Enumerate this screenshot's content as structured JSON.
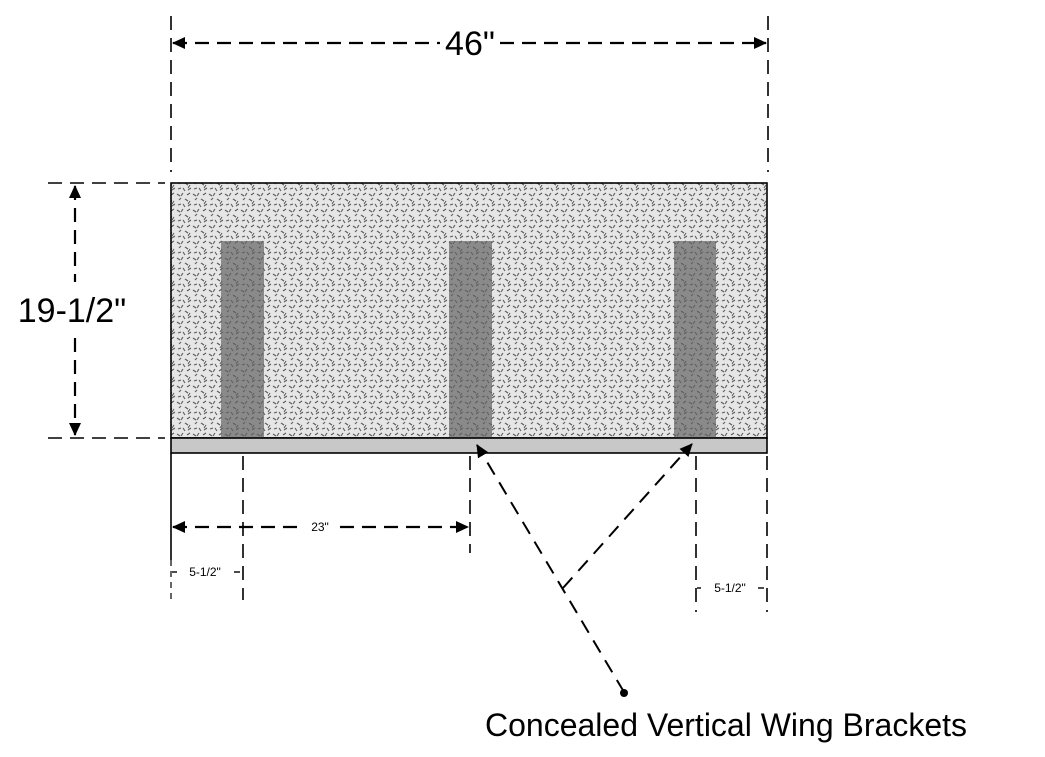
{
  "dimensions": {
    "overall_width": "46\"",
    "height": "19-1/2\"",
    "bracket_spacing": "23\"",
    "left_offset": "5-1/2\"",
    "right_offset": "5-1/2\""
  },
  "callout": {
    "label": "Concealed Vertical Wing Brackets"
  },
  "brackets": [
    {
      "name": "left"
    },
    {
      "name": "center"
    },
    {
      "name": "right"
    }
  ],
  "colors": {
    "panel_fill_base": "#e4e4e4",
    "panel_speckle": "#555555",
    "bracket_fill": "#7a7a7a",
    "base_strip": "#c8c8c8",
    "line": "#000000"
  }
}
